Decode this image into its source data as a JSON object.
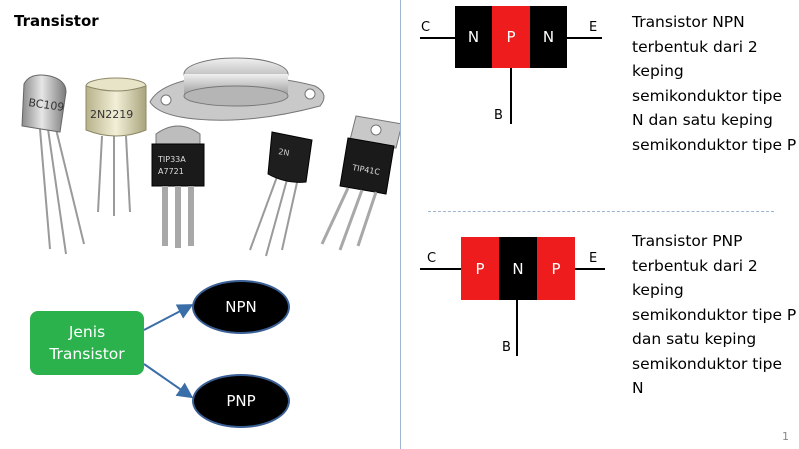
{
  "slide": {
    "title": "Transistor",
    "page_number": "1"
  },
  "npn": {
    "layers": [
      "N",
      "P",
      "N"
    ],
    "pin_c": "C",
    "pin_e": "E",
    "pin_b": "B",
    "description": "Transistor NPN terbentuk dari 2 keping semikonduktor tipe N dan satu keping semikonduktor tipe P"
  },
  "pnp": {
    "layers": [
      "P",
      "N",
      "P"
    ],
    "pin_c": "C",
    "pin_e": "E",
    "pin_b": "B",
    "description": "Transistor PNP terbentuk dari 2 keping semikonduktor tipe P dan satu keping semikonduktor tipe N"
  },
  "photo_labels": {
    "t1": "BC109",
    "t2": "2N2219",
    "t3": "TIP33A",
    "t3b": "A7721",
    "t4": "2N",
    "t5": "TIP41C"
  },
  "classification": {
    "root": "Jenis Transistor",
    "branch_1": "NPN",
    "branch_2": "PNP"
  },
  "colors": {
    "n_type": "#000000",
    "p_type": "#ee1c1c",
    "root_box": "#2bb24c",
    "arrow": "#3a6ea8"
  }
}
